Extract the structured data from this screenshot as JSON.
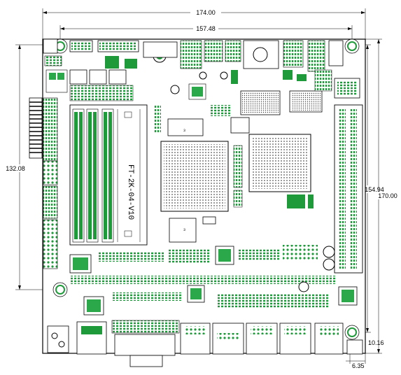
{
  "dimensions": {
    "overall_width": "174.00",
    "hole_spacing_h": "157.48",
    "hole_spacing_v_left": "132.08",
    "hole_spacing_v_right": "154.94",
    "overall_height": "170.00",
    "corner_offset_y": "10.16",
    "corner_offset_x": "6.35"
  },
  "board": {
    "model_label": "FT-2K-04-V10",
    "chip_labels": {
      "chip_a": "3",
      "chip_b": "3"
    }
  },
  "colors": {
    "component_green": "#1f9a3a",
    "outline": "#000000",
    "background": "#ffffff"
  }
}
